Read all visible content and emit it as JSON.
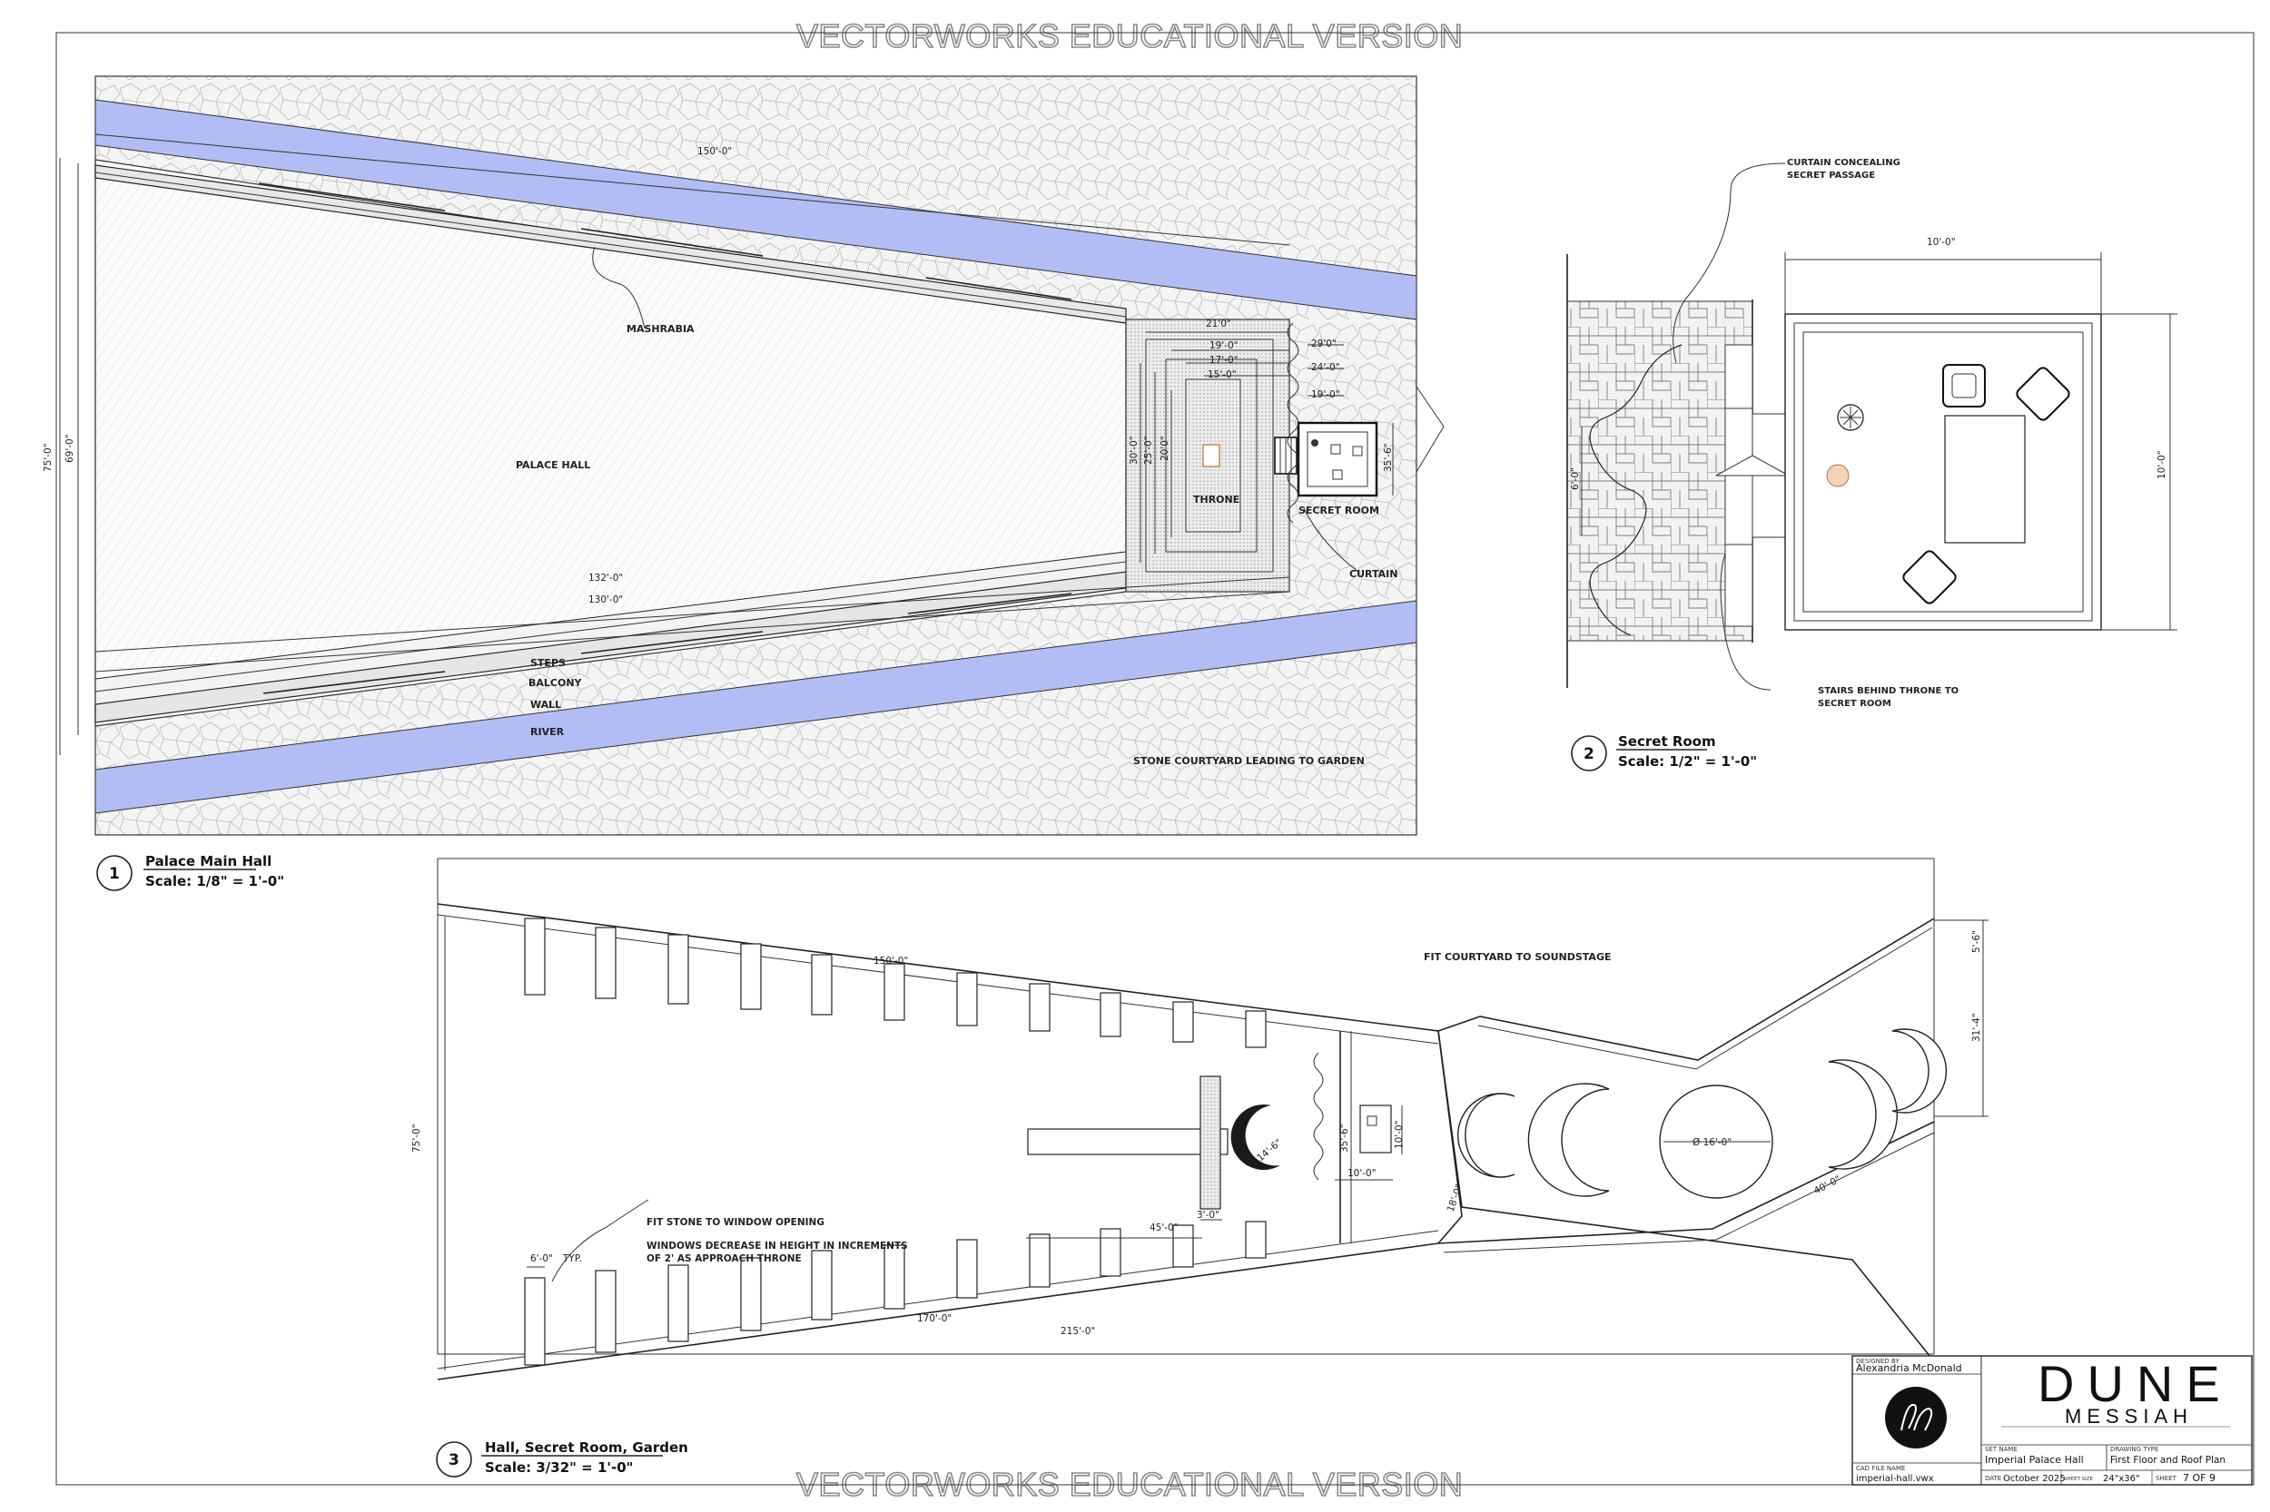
{
  "watermark": "VECTORWORKS EDUCATIONAL VERSION",
  "view1": {
    "number": "1",
    "title": "Palace Main Hall",
    "scale": "Scale: 1/8\" = 1'-0\"",
    "labels": {
      "mashrabia": "MASHRABIA",
      "palace_hall": "PALACE HALL",
      "throne": "THRONE",
      "secret_room": "SECRET ROOM",
      "curtain": "CURTAIN",
      "steps": "STEPS",
      "balcony": "BALCONY",
      "wall": "WALL",
      "river": "RIVER",
      "courtyard": "STONE COURTYARD LEADING TO GARDEN"
    },
    "dims": {
      "length_top": "150'-0\"",
      "d21": "21'0\"",
      "d19a": "19'-0\"",
      "d17": "17'-0\"",
      "d15": "15'-0\"",
      "d29": "29'0\"",
      "d24": "24'-0\"",
      "d19b": "19'-0\"",
      "d132": "132'-0\"",
      "d130": "130'-0\"",
      "h75": "75'-0\"",
      "h69": "69'-0\"",
      "v30": "30'-0\"",
      "v25": "25'-0\"",
      "v20": "20'0\"",
      "v35": "35'-6\""
    }
  },
  "view2": {
    "number": "2",
    "title": "Secret Room",
    "scale": "Scale: 1/2\" = 1'-0\"",
    "labels": {
      "curtain_line1": "CURTAIN CONCEALING",
      "curtain_line2": "SECRET PASSAGE",
      "stairs_line1": "STAIRS BEHIND THRONE TO",
      "stairs_line2": "SECRET ROOM"
    },
    "dims": {
      "width": "10'-0\"",
      "height": "10'-0\"",
      "six": "6'-0\""
    }
  },
  "view3": {
    "number": "3",
    "title": "Hall, Secret Room, Garden",
    "scale": "Scale: 3/32\" = 1'-0\"",
    "labels": {
      "fit_courtyard": "FIT COURTYARD TO SOUNDSTAGE",
      "fit_stone": "FIT STONE TO WINDOW OPENING",
      "windows_line1": "WINDOWS DECREASE IN HEIGHT IN INCREMENTS",
      "windows_line2": "OF 2' AS APPROACH THRONE",
      "typ": "TYP."
    },
    "dims": {
      "d150": "150'-0\"",
      "d75": "75'-0\"",
      "d45": "45'-0\"",
      "d3": "3'-0\"",
      "d14": "14'-6\"",
      "d355": "35'-6\"",
      "d10a": "10'-0\"",
      "d10b": "10'-0\"",
      "d18": "18'-0\"",
      "d16": "Ø 16'-0\"",
      "d40": "40'-0\"",
      "d56": "5'-6\"",
      "d314": "31'-4\"",
      "d6": "6'-0\"",
      "d170": "170'-0\"",
      "d215": "215'-0\""
    }
  },
  "title_block": {
    "designed_by_label": "DESIGNED BY",
    "designed_by": "Alexandria McDonald",
    "show_title": "DUNE",
    "show_subtitle": "MESSIAH",
    "set_name_label": "SET NAME",
    "set_name": "Imperial Palace Hall",
    "drawing_type_label": "DRAWING TYPE",
    "drawing_type": "First Floor and Roof Plan",
    "cad_label": "CAD FILE NAME",
    "cad_file": "imperial-hall.vwx",
    "date_label": "DATE",
    "date": "October 2025",
    "sheet_size_label": "SHEET SIZE",
    "sheet_size": "24\"x36\"",
    "sheet_label": "SHEET",
    "sheet": "7 OF 9"
  },
  "colors": {
    "river": "#b3bdf5",
    "line": "#222222"
  }
}
